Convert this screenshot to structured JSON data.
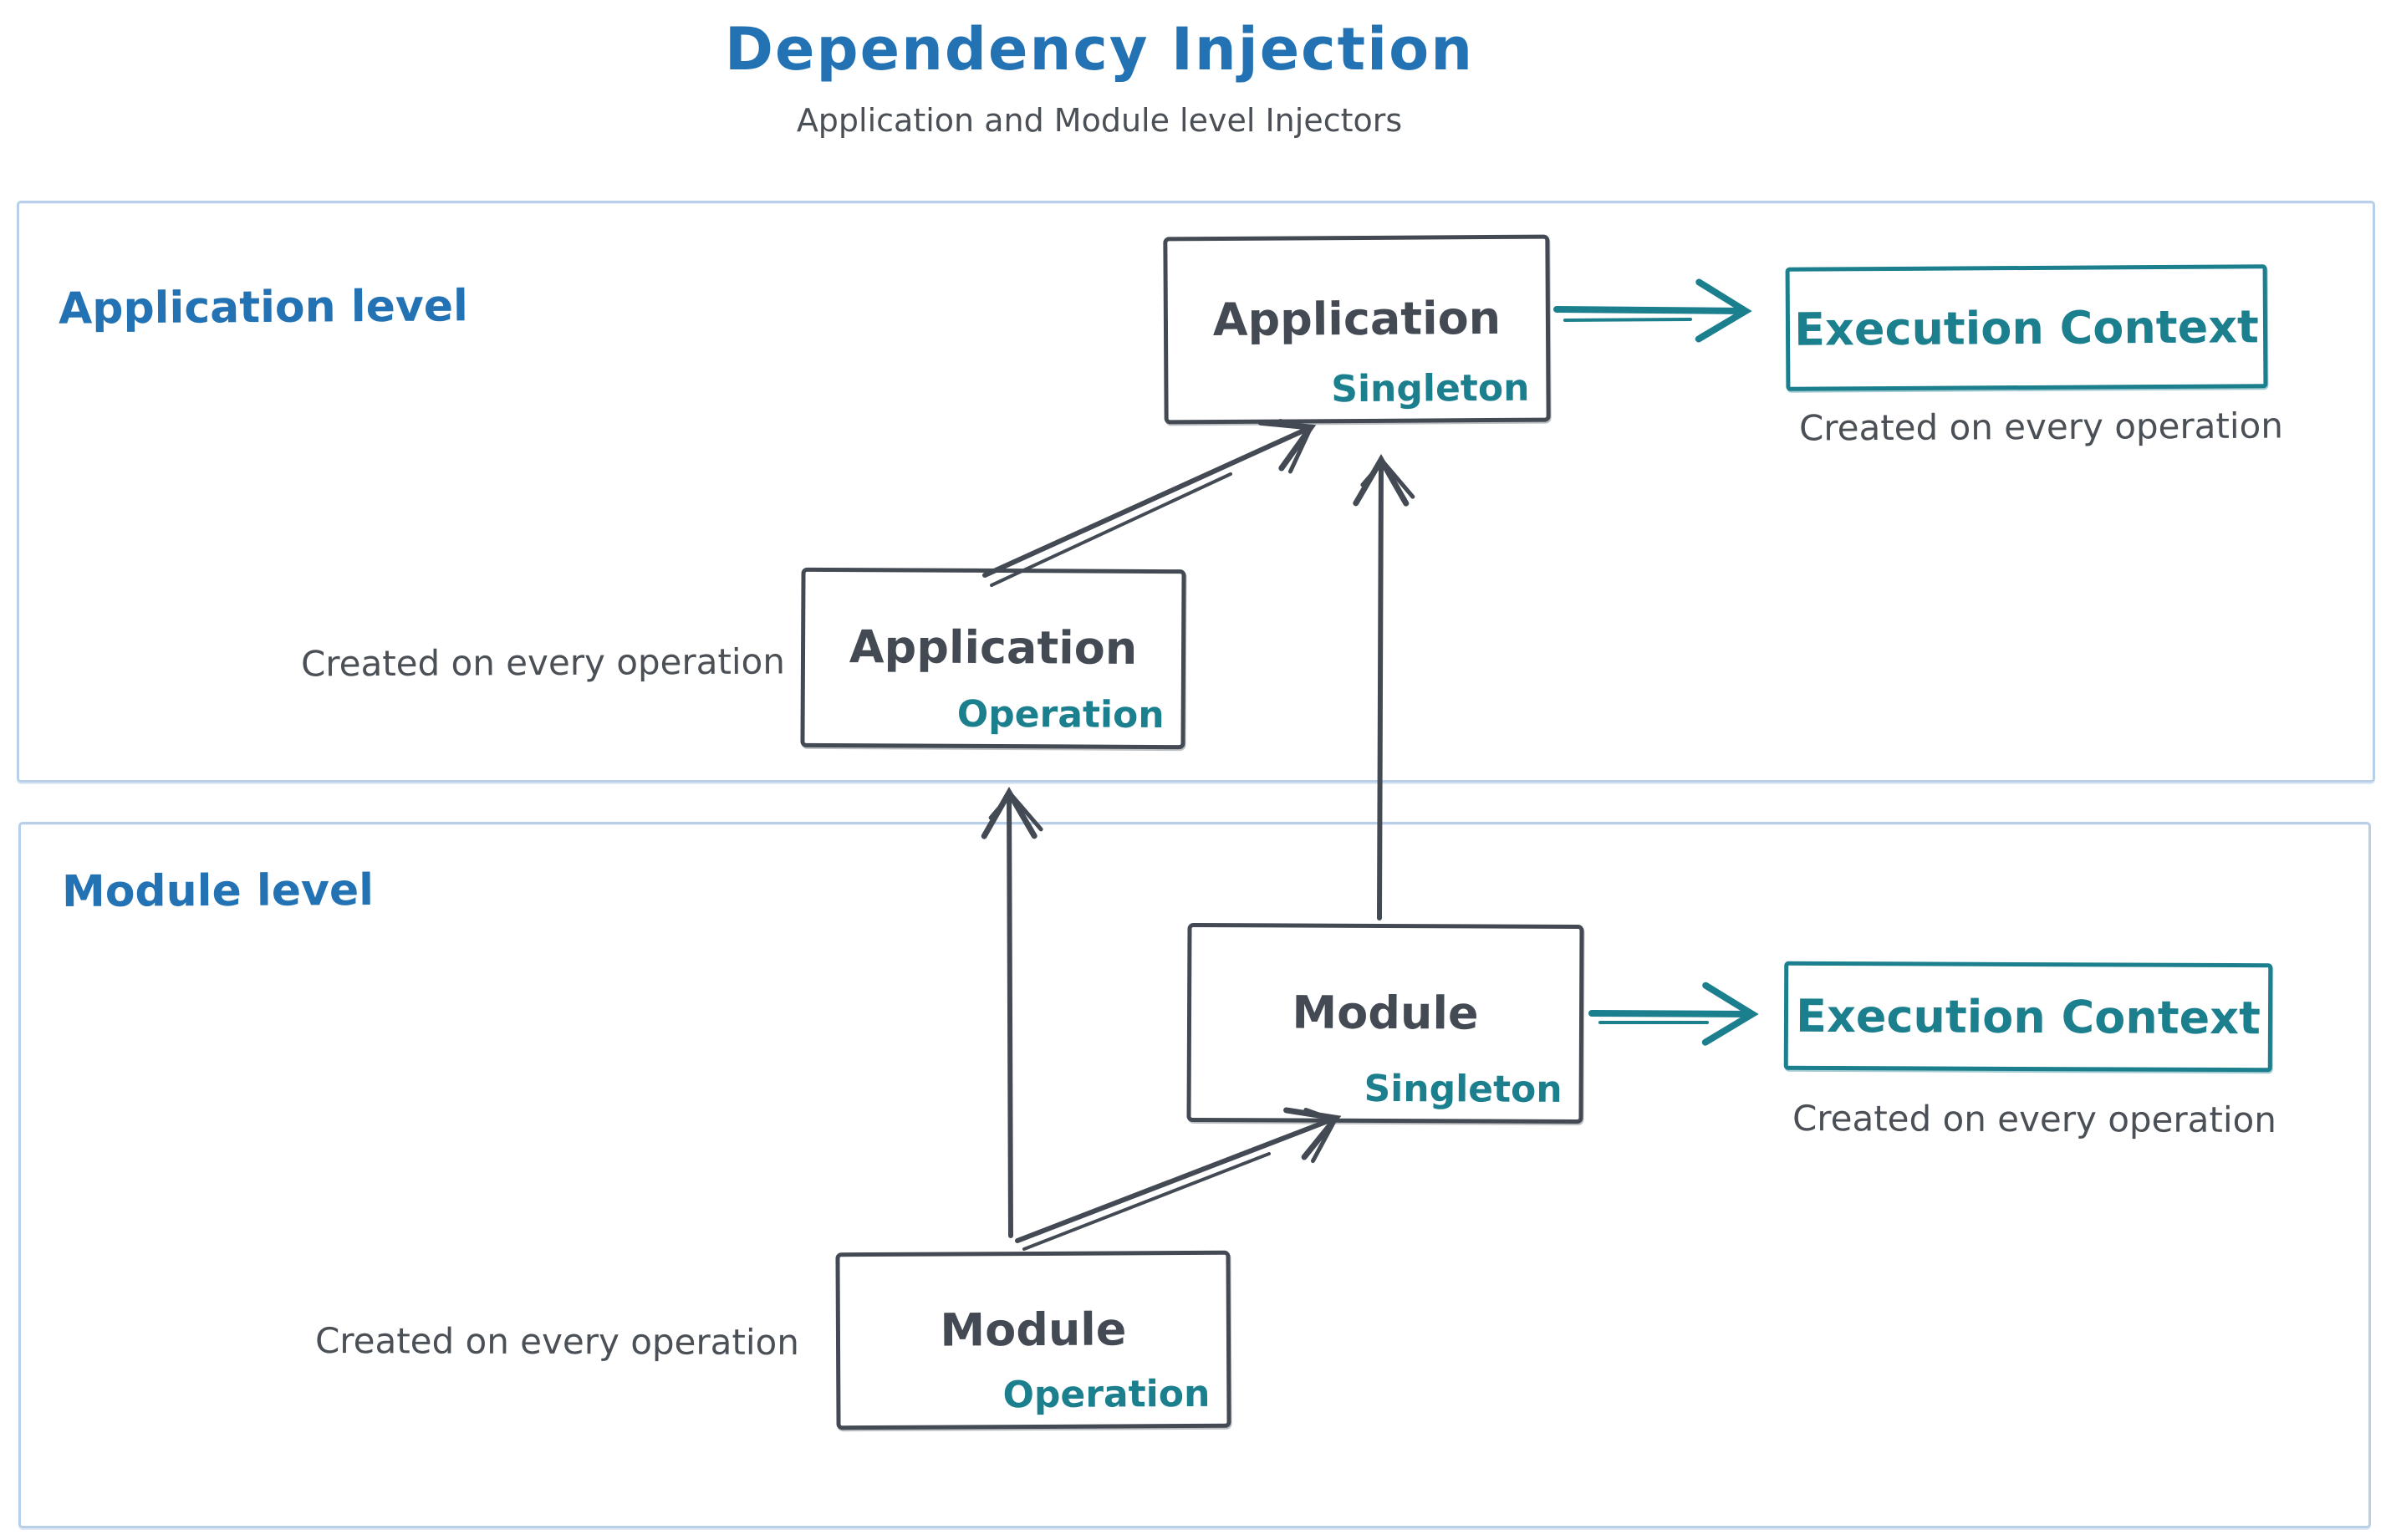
{
  "title": "Dependency Injection",
  "subtitle": "Application and Module level Injectors",
  "colors": {
    "accent_blue": "#2272b4",
    "accent_teal": "#1b7f8e",
    "sketch_dark": "#434a54",
    "container_border": "#b9cfe9",
    "caption_gray": "#4a5056"
  },
  "sections": {
    "application": {
      "label": "Application level"
    },
    "module": {
      "label": "Module level"
    }
  },
  "nodes": {
    "app_singleton": {
      "title": "Application",
      "subtitle": "Singleton"
    },
    "app_operation": {
      "title": "Application",
      "subtitle": "Operation"
    },
    "module_singleton": {
      "title": "Module",
      "subtitle": "Singleton"
    },
    "module_operation": {
      "title": "Module",
      "subtitle": "Operation"
    },
    "app_execution_context": {
      "title": "Execution Context"
    },
    "module_execution_context": {
      "title": "Execution Context"
    }
  },
  "captions": {
    "app_exec_note": "Created on every operation",
    "app_operation_note": "Created on every operation",
    "module_exec_note": "Created on every operation",
    "module_operation_note": "Created on every operation"
  }
}
